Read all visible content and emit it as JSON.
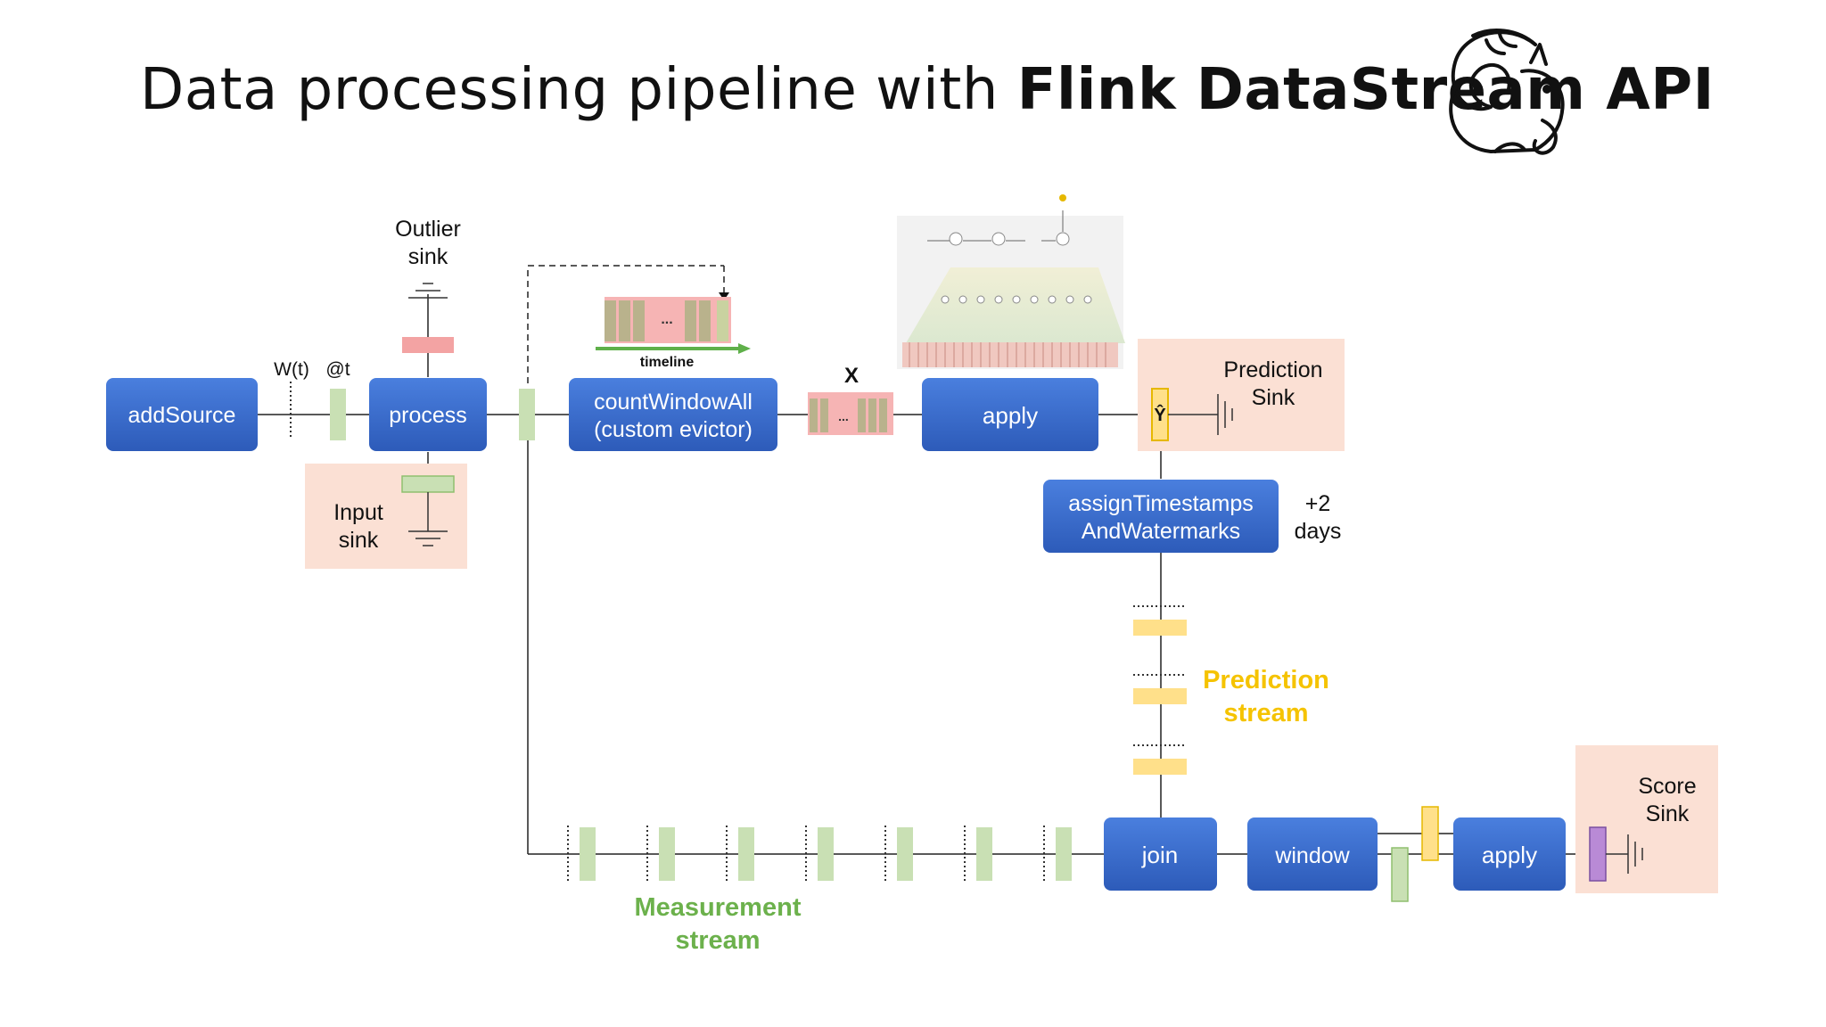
{
  "title": {
    "normal": "Data processing pipeline with ",
    "bold": "Flink DataStream API"
  },
  "operators": {
    "addSource": "addSource",
    "process": "process",
    "countWindowAll": [
      "countWindowAll",
      "(custom evictor)"
    ],
    "apply_top": "apply",
    "assignTimestamps": [
      "assignTimestamps",
      "AndWatermarks"
    ],
    "join": "join",
    "window": "window",
    "apply_bottom": "apply"
  },
  "labels": {
    "outlier_sink": [
      "Outlier",
      "sink"
    ],
    "input_sink": [
      "Input",
      "sink"
    ],
    "prediction_sink": [
      "Prediction",
      "Sink"
    ],
    "score_sink": [
      "Score",
      "Sink"
    ],
    "wt": "W(t)",
    "at": "@t",
    "x": "X",
    "timeline": "timeline",
    "ellipsis": "...",
    "plus_two": [
      "+2",
      "days"
    ],
    "y_hat": "Ŷ",
    "prediction_stream": [
      "Prediction",
      "stream"
    ],
    "measurement_stream": [
      "Measurement",
      "stream"
    ]
  },
  "colors": {
    "operator_fill": "#3d6fcf",
    "operator_dark": "#2a54a8",
    "green_event": "#c9e0b4",
    "green_border": "#8fbf6e",
    "red_event": "#f3a3a3",
    "yellow_event": "#ffe08a",
    "yellow_border": "#e6b800",
    "purple_event": "#b98ad6",
    "sink_bg": "#fbe0d4",
    "prediction_text": "#f5c300",
    "measurement_text": "#6cb14c",
    "timeline_arrow": "#5fb04a"
  },
  "icons": [
    "squirrel-logo",
    "ground-symbol",
    "neural-network-diagram"
  ]
}
